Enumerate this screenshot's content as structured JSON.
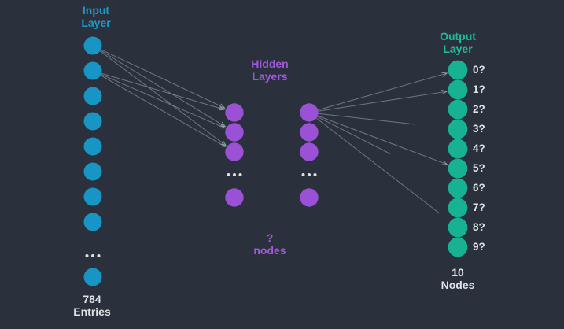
{
  "background_color": "#2a313c",
  "text_color": "#dde2e6",
  "input_layer": {
    "title": "Input\nLayer",
    "title_color": "#1d9bd0",
    "node_color": "#1795c5",
    "visible_nodes": 8,
    "ellipsis": "...",
    "trailing_nodes": 1,
    "count_label": "784\nEntries"
  },
  "hidden_layers": {
    "title": "Hidden\nLayers",
    "title_color": "#a158dc",
    "node_color": "#9b51d6",
    "columns": 2,
    "visible_nodes_per_column": 3,
    "ellipsis": "...",
    "trailing_nodes": 1,
    "count_label": "?\nnodes"
  },
  "output_layer": {
    "title": "Output\nLayer",
    "title_color": "#1cbc9c",
    "node_color": "#17b194",
    "node_labels": [
      "0?",
      "1?",
      "2?",
      "3?",
      "4?",
      "5?",
      "6?",
      "7?",
      "8?",
      "9?"
    ],
    "count_label": "10\nNodes"
  },
  "connections": {
    "line_color": "#a8b2bc",
    "input_to_hidden1": [
      {
        "from": 0,
        "to": 0,
        "arrow": true,
        "extent": 1
      },
      {
        "from": 0,
        "to": 1,
        "arrow": true,
        "extent": 1
      },
      {
        "from": 0,
        "to": 2,
        "arrow": true,
        "extent": 1
      },
      {
        "from": 1,
        "to": 0,
        "arrow": true,
        "extent": 1
      },
      {
        "from": 1,
        "to": 1,
        "arrow": true,
        "extent": 1
      },
      {
        "from": 1,
        "to": 2,
        "arrow": true,
        "extent": 1
      }
    ],
    "hidden2_to_output": [
      {
        "from": 0,
        "to": 0,
        "arrow": true,
        "extent": 1
      },
      {
        "from": 0,
        "to": 1,
        "arrow": true,
        "extent": 1
      },
      {
        "from": 0,
        "to": 3,
        "arrow": false,
        "extent": 0.75
      },
      {
        "from": 0,
        "to": 5,
        "arrow": true,
        "extent": 1
      },
      {
        "from": 0,
        "to": 6,
        "arrow": false,
        "extent": 0.56
      },
      {
        "from": 0,
        "to": 8,
        "arrow": false,
        "extent": 0.93
      }
    ]
  }
}
